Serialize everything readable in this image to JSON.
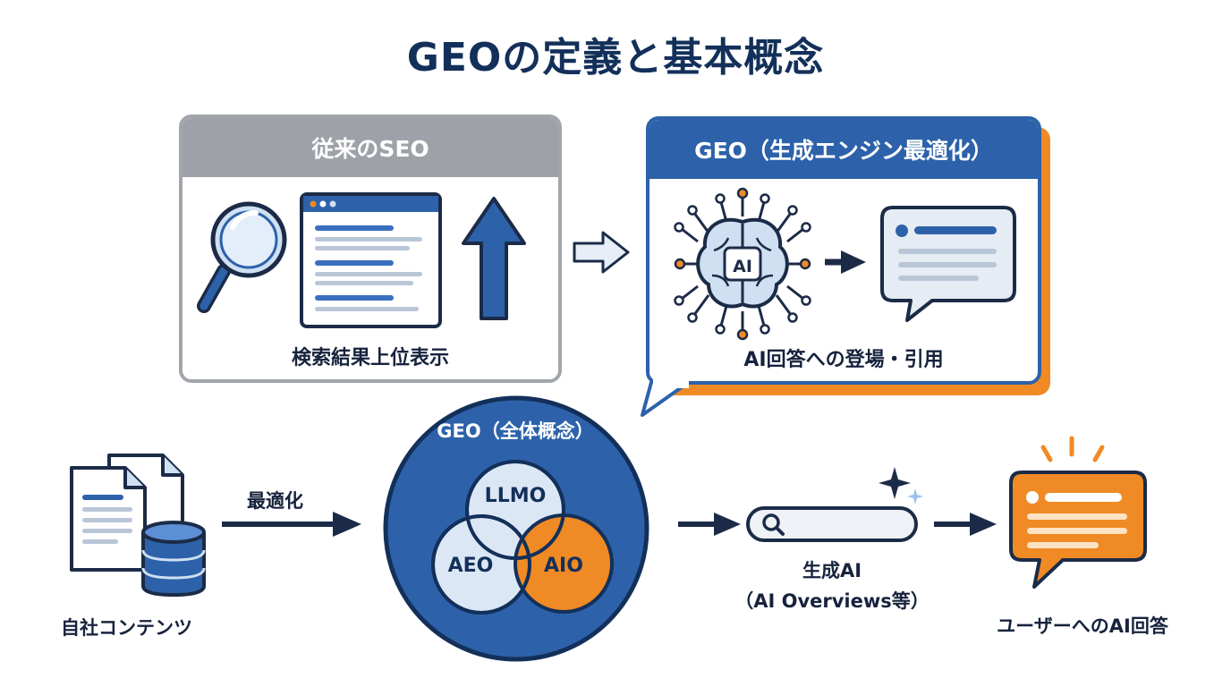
{
  "title": "GEOの定義と基本概念",
  "seo_panel": {
    "header": "従来のSEO",
    "caption": "検索結果上位表示"
  },
  "geo_panel": {
    "header": "GEO（生成エンジン最適化）",
    "ai_chip_label": "AI",
    "caption": "AI回答への登場・引用"
  },
  "flow": {
    "source_label": "自社コンテンツ",
    "optimize_label": "最適化",
    "circle_title": "GEO（全体概念）",
    "venn": [
      "LLMO",
      "AEO",
      "AIO"
    ],
    "generative_label_line1": "生成AI",
    "generative_label_line2": "（AI Overviews等）",
    "answer_label": "ユーザーへのAI回答"
  },
  "colors": {
    "navy": "#13305a",
    "blue": "#2d62aa",
    "light_blue": "#cfe0f3",
    "orange": "#f08a24",
    "gray": "#9ea2a8",
    "dark": "#1b2b47"
  },
  "icons": [
    "magnifier-icon",
    "browser-window-icon",
    "up-arrow-icon",
    "ai-brain-icon",
    "chat-bubble-icon",
    "documents-icon",
    "database-icon",
    "search-bar-icon",
    "sparkle-icon",
    "answer-bubble-icon"
  ]
}
